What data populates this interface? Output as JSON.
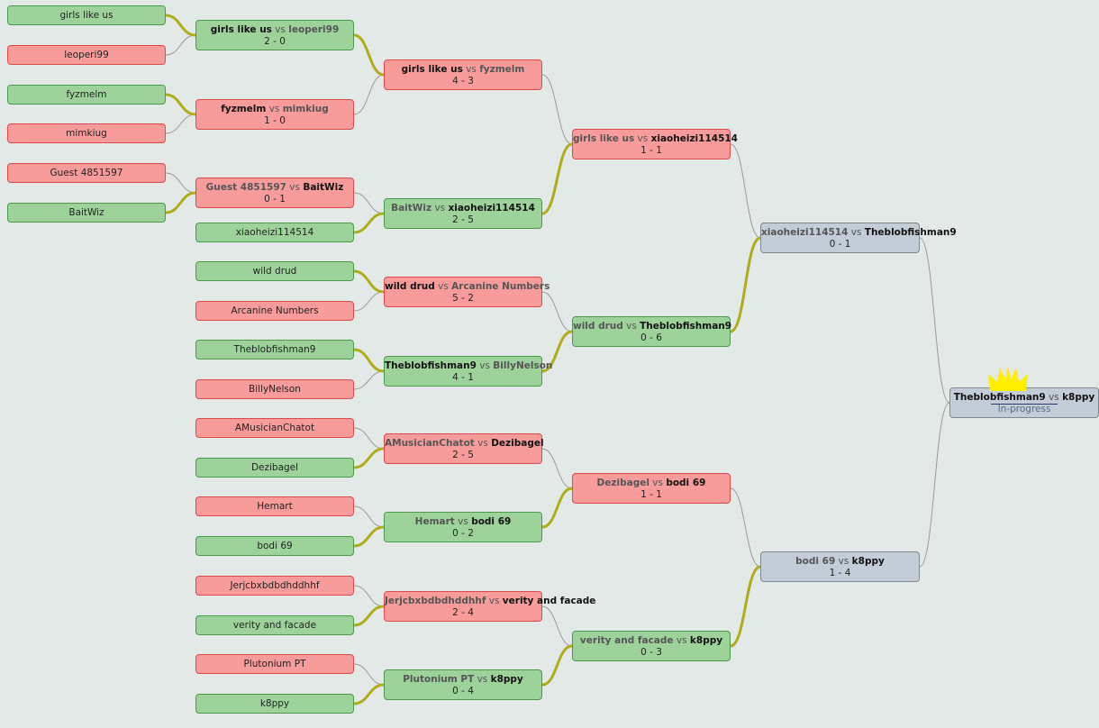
{
  "labels": {
    "vs": "vs"
  },
  "colors": {
    "win_fill": "#9dd39b",
    "loss_fill": "#f79c9b",
    "pending_fill": "#c2cdd7",
    "win_wire": "#b0ac1a",
    "other_wire": "#9a9a9a",
    "crown": "#ffee00"
  },
  "leaves": [
    {
      "id": "l1",
      "name": "girls like us",
      "state": "green"
    },
    {
      "id": "l2",
      "name": "leoperi99",
      "state": "red"
    },
    {
      "id": "l3",
      "name": "fyzmelm",
      "state": "green"
    },
    {
      "id": "l4",
      "name": "mimkiug",
      "state": "red"
    },
    {
      "id": "l5",
      "name": "Guest 4851597",
      "state": "red"
    },
    {
      "id": "l6",
      "name": "BaitWiz",
      "state": "green"
    },
    {
      "id": "l7",
      "name": "xiaoheizi114514",
      "state": "green"
    },
    {
      "id": "l8",
      "name": "wild drud",
      "state": "green"
    },
    {
      "id": "l9",
      "name": "Arcanine Numbers",
      "state": "red"
    },
    {
      "id": "l10",
      "name": "Theblobfishman9",
      "state": "green"
    },
    {
      "id": "l11",
      "name": "BillyNelson",
      "state": "red"
    },
    {
      "id": "l12",
      "name": "AMusicianChatot",
      "state": "red"
    },
    {
      "id": "l13",
      "name": "Dezibagel",
      "state": "green"
    },
    {
      "id": "l14",
      "name": "Hemart",
      "state": "red"
    },
    {
      "id": "l15",
      "name": "bodi 69",
      "state": "green"
    },
    {
      "id": "l16",
      "name": "Jerjcbxbdbdhddhhf",
      "state": "red"
    },
    {
      "id": "l17",
      "name": "verity and facade",
      "state": "green"
    },
    {
      "id": "l18",
      "name": "Plutonium PT",
      "state": "red"
    },
    {
      "id": "l19",
      "name": "k8ppy",
      "state": "green"
    }
  ],
  "matches": [
    {
      "id": "m1",
      "p1": "girls like us",
      "p2": "leoperi99",
      "score": "2 - 0",
      "winner": 1,
      "state": "green"
    },
    {
      "id": "m2",
      "p1": "fyzmelm",
      "p2": "mimkiug",
      "score": "1 - 0",
      "winner": 1,
      "state": "red"
    },
    {
      "id": "m3",
      "p1": "Guest 4851597",
      "p2": "BaitWiz",
      "score": "0 - 1",
      "winner": 2,
      "state": "red"
    },
    {
      "id": "m4",
      "p1": "girls like us",
      "p2": "fyzmelm",
      "score": "4 - 3",
      "winner": 1,
      "state": "red"
    },
    {
      "id": "m5",
      "p1": "BaitWiz",
      "p2": "xiaoheizi114514",
      "score": "2 - 5",
      "winner": 2,
      "state": "green"
    },
    {
      "id": "m6",
      "p1": "wild drud",
      "p2": "Arcanine Numbers",
      "score": "5 - 2",
      "winner": 1,
      "state": "red"
    },
    {
      "id": "m7",
      "p1": "Theblobfishman9",
      "p2": "BillyNelson",
      "score": "4 - 1",
      "winner": 1,
      "state": "green"
    },
    {
      "id": "m8",
      "p1": "AMusicianChatot",
      "p2": "Dezibagel",
      "score": "2 - 5",
      "winner": 2,
      "state": "red"
    },
    {
      "id": "m9",
      "p1": "Hemart",
      "p2": "bodi 69",
      "score": "0 - 2",
      "winner": 2,
      "state": "green"
    },
    {
      "id": "m10",
      "p1": "Jerjcbxbdbdhddhhf",
      "p2": "verity and facade",
      "score": "2 - 4",
      "winner": 2,
      "state": "red"
    },
    {
      "id": "m11",
      "p1": "Plutonium PT",
      "p2": "k8ppy",
      "score": "0 - 4",
      "winner": 2,
      "state": "green"
    },
    {
      "id": "m12",
      "p1": "girls like us",
      "p2": "xiaoheizi114514",
      "score": "1 - 1",
      "winner": 2,
      "state": "red"
    },
    {
      "id": "m13",
      "p1": "wild drud",
      "p2": "Theblobfishman9",
      "score": "0 - 6",
      "winner": 2,
      "state": "green"
    },
    {
      "id": "m14",
      "p1": "Dezibagel",
      "p2": "bodi 69",
      "score": "1 - 1",
      "winner": 2,
      "state": "red"
    },
    {
      "id": "m15",
      "p1": "verity and facade",
      "p2": "k8ppy",
      "score": "0 - 3",
      "winner": 2,
      "state": "green"
    },
    {
      "id": "m16",
      "p1": "xiaoheizi114514",
      "p2": "Theblobfishman9",
      "score": "0 - 1",
      "winner": 2,
      "state": "gray"
    },
    {
      "id": "m17",
      "p1": "bodi 69",
      "p2": "k8ppy",
      "score": "1 - 4",
      "winner": 2,
      "state": "gray"
    },
    {
      "id": "m18",
      "p1": "Theblobfishman9",
      "p2": "k8ppy",
      "score": "",
      "winner": 0,
      "state": "gray",
      "status": "In-progress"
    }
  ],
  "links": [
    {
      "from": "l1",
      "to": "m1",
      "win": true
    },
    {
      "from": "l2",
      "to": "m1",
      "win": false
    },
    {
      "from": "l3",
      "to": "m2",
      "win": true
    },
    {
      "from": "l4",
      "to": "m2",
      "win": false
    },
    {
      "from": "l5",
      "to": "m3",
      "win": false
    },
    {
      "from": "l6",
      "to": "m3",
      "win": true
    },
    {
      "from": "m1",
      "to": "m4",
      "win": true
    },
    {
      "from": "m2",
      "to": "m4",
      "win": false
    },
    {
      "from": "m3",
      "to": "m5",
      "win": false
    },
    {
      "from": "l7",
      "to": "m5",
      "win": true
    },
    {
      "from": "l8",
      "to": "m6",
      "win": true
    },
    {
      "from": "l9",
      "to": "m6",
      "win": false
    },
    {
      "from": "l10",
      "to": "m7",
      "win": true
    },
    {
      "from": "l11",
      "to": "m7",
      "win": false
    },
    {
      "from": "l12",
      "to": "m8",
      "win": false
    },
    {
      "from": "l13",
      "to": "m8",
      "win": true
    },
    {
      "from": "l14",
      "to": "m9",
      "win": false
    },
    {
      "from": "l15",
      "to": "m9",
      "win": true
    },
    {
      "from": "l16",
      "to": "m10",
      "win": false
    },
    {
      "from": "l17",
      "to": "m10",
      "win": true
    },
    {
      "from": "l18",
      "to": "m11",
      "win": false
    },
    {
      "from": "l19",
      "to": "m11",
      "win": true
    },
    {
      "from": "m4",
      "to": "m12",
      "win": false
    },
    {
      "from": "m5",
      "to": "m12",
      "win": true
    },
    {
      "from": "m6",
      "to": "m13",
      "win": false
    },
    {
      "from": "m7",
      "to": "m13",
      "win": true
    },
    {
      "from": "m8",
      "to": "m14",
      "win": false
    },
    {
      "from": "m9",
      "to": "m14",
      "win": true
    },
    {
      "from": "m10",
      "to": "m15",
      "win": false
    },
    {
      "from": "m11",
      "to": "m15",
      "win": true
    },
    {
      "from": "m12",
      "to": "m16",
      "win": false
    },
    {
      "from": "m13",
      "to": "m16",
      "win": true
    },
    {
      "from": "m14",
      "to": "m17",
      "win": false
    },
    {
      "from": "m15",
      "to": "m17",
      "win": true
    },
    {
      "from": "m16",
      "to": "m18",
      "win": false
    },
    {
      "from": "m17",
      "to": "m18",
      "win": false
    }
  ]
}
